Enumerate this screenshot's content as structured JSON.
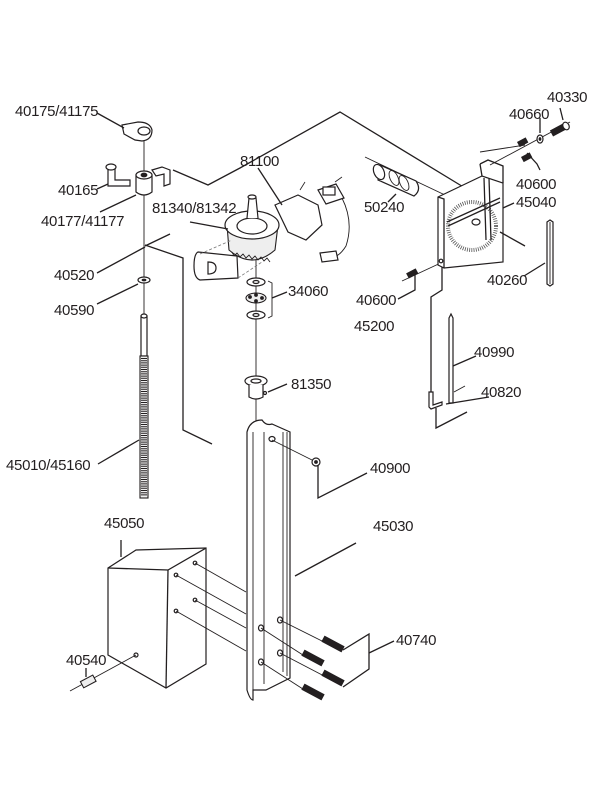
{
  "diagram": {
    "title": "Exploded parts view - vertical column assembly",
    "labels": {
      "p40175_41175": "40175/41175",
      "p40165": "40165",
      "p40177_41177": "40177/41177",
      "p81100": "81100",
      "p81340_81342": "81340/81342",
      "p40520": "40520",
      "p40590": "40590",
      "p34060": "34060",
      "p81350": "81350",
      "p45010_45160": "45010/45160",
      "p40330": "40330",
      "p40660": "40660",
      "p40600_top": "40600",
      "p45040": "45040",
      "p50240": "50240",
      "p40260": "40260",
      "p40600_bottom": "40600",
      "p45200": "45200",
      "p40990": "40990",
      "p40820": "40820",
      "p40900": "40900",
      "p45030": "45030",
      "p45050": "45050",
      "p40740": "40740",
      "p40540": "40540"
    }
  }
}
